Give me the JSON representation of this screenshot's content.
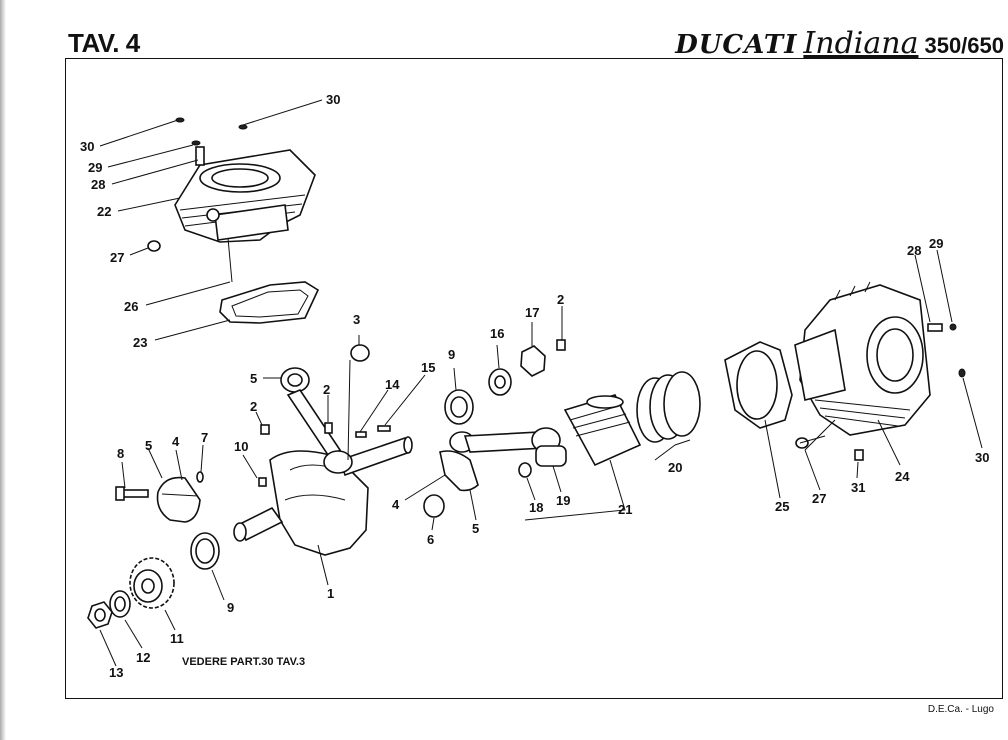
{
  "header": {
    "title": "TAV. 4",
    "brand": "DUCATI",
    "model": "Indiana",
    "displacement": "350/650"
  },
  "note": "VEDERE PART.30 TAV.3",
  "credit": "D.E.Ca. - Lugo",
  "labels": [
    "1",
    "2",
    "2",
    "2",
    "3",
    "4",
    "4",
    "5",
    "5",
    "5",
    "6",
    "7",
    "8",
    "9",
    "9",
    "10",
    "11",
    "12",
    "13",
    "14",
    "15",
    "16",
    "17",
    "18",
    "19",
    "20",
    "21",
    "22",
    "23",
    "24",
    "25",
    "26",
    "27",
    "27",
    "28",
    "28",
    "29",
    "29",
    "30",
    "30",
    "30",
    "31"
  ]
}
